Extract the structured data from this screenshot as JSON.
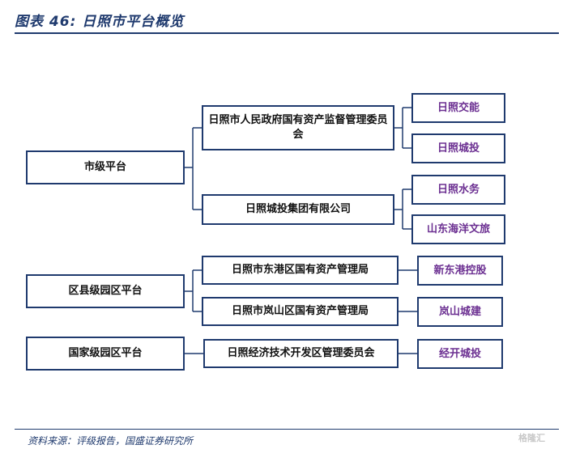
{
  "title": "图表 46:  日照市平台概览",
  "source": "资料来源：评级报告，国盛证券研究所",
  "watermark": "格隆汇",
  "colors": {
    "border": "#1f3a6e",
    "entity_text": "#6b2f91",
    "title": "#1f3a6e"
  },
  "groups": [
    {
      "level": "市级平台",
      "managers": [
        {
          "name": "日照市人民政府国有资产监督管理委员会",
          "entities": [
            "日照交能",
            "日照城投"
          ]
        },
        {
          "name": "日照城投集团有限公司",
          "entities": [
            "日照水务",
            "山东海洋文旅"
          ]
        }
      ]
    },
    {
      "level": "区县级园区平台",
      "managers": [
        {
          "name": "日照市东港区国有资产管理局",
          "entities": [
            "新东港控股"
          ]
        },
        {
          "name": "日照市岚山区国有资产管理局",
          "entities": [
            "岚山城建"
          ]
        }
      ]
    },
    {
      "level": "国家级园区平台",
      "managers": [
        {
          "name": "日照经济技术开发区管理委员会",
          "entities": [
            "经开城投"
          ]
        }
      ]
    }
  ]
}
